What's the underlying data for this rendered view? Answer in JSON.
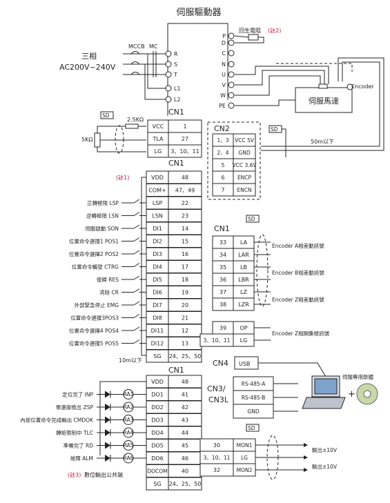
{
  "title": "伺服驅動器",
  "power": {
    "phase": "三相",
    "voltage": "AC200V~240V",
    "mccb": "MCCB",
    "mc": "MC",
    "terminals": [
      "R",
      "S",
      "T",
      "L1",
      "L2"
    ]
  },
  "right_terminals": [
    "P",
    "D",
    "C",
    "N",
    "U",
    "V",
    "W",
    "PE"
  ],
  "regen": {
    "label": "回生電阻",
    "note": "(註2)"
  },
  "motor": {
    "label": "伺服馬達",
    "encoder": "Encoder",
    "cable": "50m以下"
  },
  "sd": "SD",
  "cn1_a": {
    "header": "CN1",
    "resistor_small": "2.5KΩ",
    "resistor_pot": "5KΩ",
    "rows": [
      {
        "sig": "VCC",
        "pin": "1"
      },
      {
        "sig": "TLA",
        "pin": "27"
      },
      {
        "sig": "LG",
        "pin": "3、10、11"
      }
    ]
  },
  "cn2": {
    "header": "CN2",
    "rows": [
      {
        "pin": "1、3",
        "sig": "VCC 5V"
      },
      {
        "pin": "2、4",
        "sig": "GND"
      },
      {
        "pin": "5",
        "sig": "VCC 3.6V"
      },
      {
        "pin": "6",
        "sig": "ENCP"
      },
      {
        "pin": "7",
        "sig": "ENCN"
      }
    ]
  },
  "cn1_b": {
    "header": "CN1",
    "note1": "(註1)",
    "rows": [
      {
        "sig": "VDD",
        "pin": "48",
        "label": ""
      },
      {
        "sig": "COM+",
        "pin": "47、49",
        "label": ""
      },
      {
        "sig": "LSP",
        "pin": "22",
        "label": "正轉極限 LSP"
      },
      {
        "sig": "LSN",
        "pin": "23",
        "label": "逆轉極限 LSN"
      },
      {
        "sig": "DI1",
        "pin": "14",
        "label": "伺服啟動 SON"
      },
      {
        "sig": "DI2",
        "pin": "15",
        "label": "位置命令選擇1 POS1"
      },
      {
        "sig": "DI3",
        "pin": "16",
        "label": "位置命令選擇2 POS2"
      },
      {
        "sig": "DI4",
        "pin": "17",
        "label": "位置命令觸發 CTRG"
      },
      {
        "sig": "DI5",
        "pin": "18",
        "label": "復歸 RES"
      },
      {
        "sig": "DI6",
        "pin": "19",
        "label": "清除 CR"
      },
      {
        "sig": "DI7",
        "pin": "20",
        "label": "外部緊急停止 EMG"
      },
      {
        "sig": "DI8",
        "pin": "21",
        "label": "位置命令選擇3POS3"
      },
      {
        "sig": "DI11",
        "pin": "12",
        "label": "位置命令選擇4 POS4"
      },
      {
        "sig": "DI12",
        "pin": "13",
        "label": "位置命令選擇5 POS5"
      },
      {
        "sig": "SG",
        "pin": "24、25、50",
        "label": ""
      }
    ],
    "cable": "10m以下"
  },
  "cn1_out": {
    "header": "CN1",
    "rows": [
      {
        "pin": "33",
        "sig": "LA"
      },
      {
        "pin": "34",
        "sig": "LAR"
      },
      {
        "pin": "35",
        "sig": "LB"
      },
      {
        "pin": "36",
        "sig": "LBR"
      },
      {
        "pin": "37",
        "sig": "LZ"
      },
      {
        "pin": "38",
        "sig": "LZR"
      }
    ],
    "enc_a": "Encoder A相差動訊號",
    "enc_b": "Encoder B相差動訊號",
    "enc_z": "Encoder Z相差動訊號",
    "op_pin": "39",
    "op_sig": "OP",
    "lg_pin": "3、10、11",
    "lg_sig": "LG",
    "enc_z_oc": "Encoder Z相開集極訊號"
  },
  "cn4": {
    "header": "CN4",
    "sig": "USB",
    "software": "伺服專用軟體"
  },
  "cn3": {
    "header1": "CN3/",
    "header2": "CN3L",
    "rows": [
      "RS-485-A",
      "RS-485-B",
      "GND"
    ]
  },
  "cn1_c": {
    "header": "CN1",
    "rows": [
      {
        "sig": "VDD",
        "pin": "48",
        "label": "",
        "ra": ""
      },
      {
        "sig": "DO1",
        "pin": "41",
        "label": "定位完了 INP",
        "ra": "RA1"
      },
      {
        "sig": "DO2",
        "pin": "42",
        "label": "零速度檢出 ZSP",
        "ra": "RA2"
      },
      {
        "sig": "DO3",
        "pin": "43",
        "label": "內部位置命令完成輸出 CMDOK",
        "ra": "RA3"
      },
      {
        "sig": "DO4",
        "pin": "44",
        "label": "轉矩限制中 TLC",
        "ra": "RA4"
      },
      {
        "sig": "DO5",
        "pin": "45",
        "label": "準備完了 RD",
        "ra": "RA5"
      },
      {
        "sig": "DO6",
        "pin": "46",
        "label": "故障 ALM",
        "ra": "RA6"
      },
      {
        "sig": "DOCOM",
        "pin": "40",
        "label": "",
        "ra": ""
      },
      {
        "sig": "SG",
        "pin": "24、25、50",
        "label": "",
        "ra": ""
      }
    ],
    "note3": "(註3)",
    "note3_text": "數位輸出公共端"
  },
  "mon": {
    "rows": [
      {
        "pin": "30",
        "sig": "MON1"
      },
      {
        "pin": "3、10、11",
        "sig": "LG"
      },
      {
        "pin": "32",
        "sig": "MON2"
      }
    ],
    "out1": "輸出±10V",
    "out2": "輸出±10V"
  }
}
